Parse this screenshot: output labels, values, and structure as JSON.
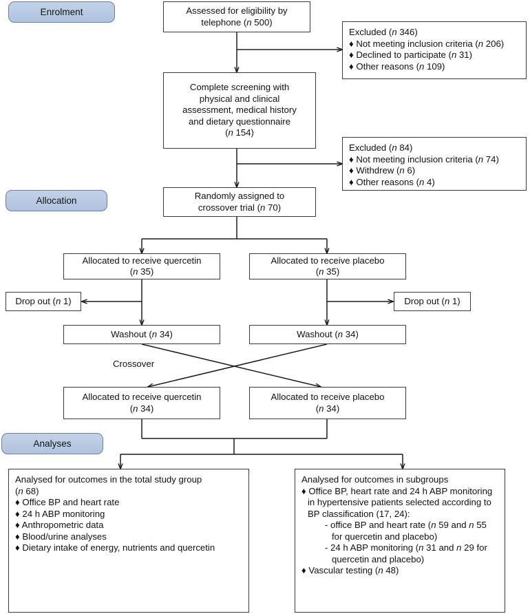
{
  "diagram": {
    "title": "CONSORT participant flow diagram",
    "stage_labels": [
      {
        "name": "enrolment",
        "text": "Enrolment"
      },
      {
        "name": "allocation",
        "text": "Allocation"
      },
      {
        "name": "analyses",
        "text": "Analyses"
      }
    ],
    "free_labels": [
      {
        "name": "crossover",
        "text": "Crossover"
      }
    ],
    "boxes": {
      "assessed": {
        "lines": [
          "Assessed for eligibility by",
          "telephone (n 500)"
        ]
      },
      "excluded_1": {
        "heading": "Excluded (n 346)",
        "items": [
          "Not meeting inclusion criteria (n 206)",
          "Declined to participate (n 31)",
          "Other reasons (n 109)"
        ]
      },
      "screening": {
        "lines": [
          "Complete screening with",
          "physical and clinical",
          "assessment, medical history",
          "and dietary questionnaire",
          "(n 154)"
        ]
      },
      "excluded_2": {
        "heading": "Excluded (n 84)",
        "items": [
          "Not meeting inclusion criteria (n 74)",
          "Withdrew (n 6)",
          "Other reasons (n 4)"
        ]
      },
      "randomised": {
        "lines": [
          "Randomly assigned to",
          "crossover trial (n 70)"
        ]
      },
      "alloc_quercetin_1": {
        "lines": [
          "Allocated to receive quercetin",
          "(n 35)"
        ]
      },
      "alloc_placebo_1": {
        "lines": [
          "Allocated to receive placebo",
          "(n 35)"
        ]
      },
      "dropout_left": {
        "text": "Drop out (n 1)"
      },
      "dropout_right": {
        "text": "Drop out (n 1)"
      },
      "washout_left": {
        "text": "Washout (n 34)"
      },
      "washout_right": {
        "text": "Washout (n 34)"
      },
      "alloc_quercetin_2": {
        "lines": [
          "Allocated to receive quercetin",
          "(n 34)"
        ]
      },
      "alloc_placebo_2": {
        "lines": [
          "Allocated to receive placebo",
          "(n 34)"
        ]
      },
      "analysed_total": {
        "heading_l1": "Analysed for outcomes in the total study group",
        "heading_l2": "(n 68)",
        "items": [
          "Office BP and heart rate",
          "24 h ABP monitoring",
          "Anthropometric data",
          "Blood/urine analyses",
          "Dietary intake of energy, nutrients and quercetin"
        ]
      },
      "analysed_subgroups": {
        "heading": "Analysed for outcomes in subgroups",
        "bullet_1": "Office BP, heart rate and 24 h ABP monitoring in hypertensive patients selected according to BP classification (17, 24):",
        "sub_items": [
          "- office BP and heart rate (n 59 and n 55 for quercetin and placebo)",
          "- 24 h ABP monitoring (n 31 and n 29 for quercetin and placebo)"
        ],
        "bullet_2": "Vascular testing (n 48)"
      }
    },
    "colors": {
      "stage_label_fill": "#b6c8e2",
      "stage_label_border": "#6b7f9e",
      "box_border": "#3a3a3a",
      "connector": "#1a1a1a",
      "background": "#ffffff",
      "text": "#111111"
    },
    "glyphs": {
      "bullet": "♦",
      "dash": "-"
    }
  }
}
